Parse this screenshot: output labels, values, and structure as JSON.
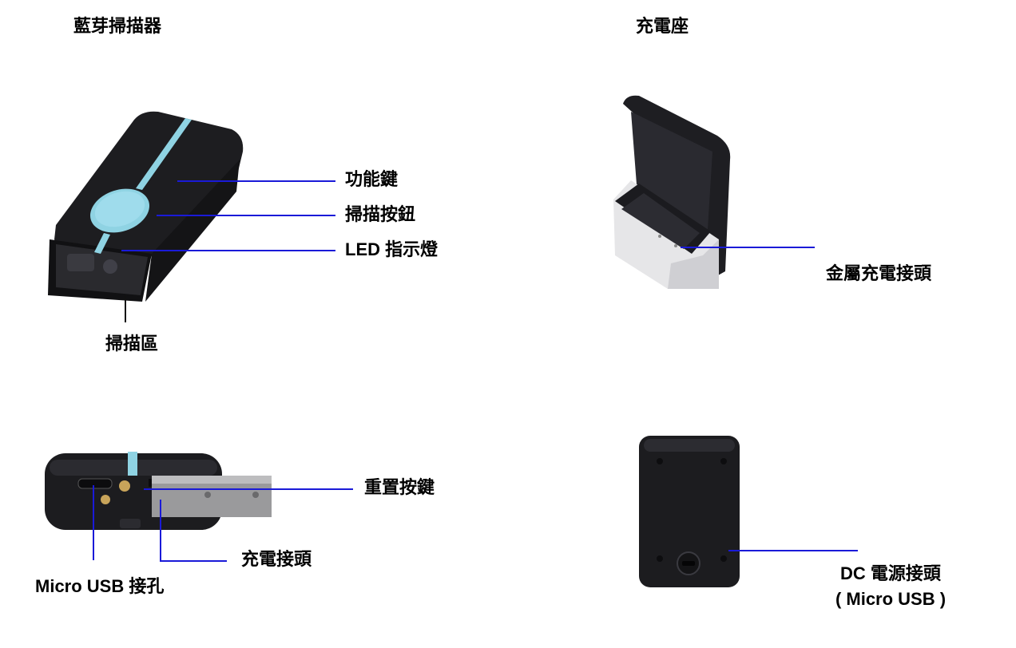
{
  "sections": {
    "scanner_title": "藍芽掃描器",
    "cradle_title": "充電座"
  },
  "scanner_callouts": {
    "function_key": "功能鍵",
    "scan_button": "掃描按鈕",
    "led": "LED 指示燈",
    "scan_area": "掃描區"
  },
  "scanner_bottom_callouts": {
    "reset_key": "重置按鍵",
    "charge_contacts": "充電接頭",
    "micro_usb_port": "Micro USB 接孔"
  },
  "cradle_callouts": {
    "metal_contacts": "金屬充電接頭",
    "dc_power_line1": "DC 電源接頭",
    "dc_power_line2": "( Micro USB )"
  },
  "colors": {
    "leader_line": "#1a1ad8",
    "device_body": "#1c1c1e",
    "accent_stripe": "#8fd3e3"
  }
}
